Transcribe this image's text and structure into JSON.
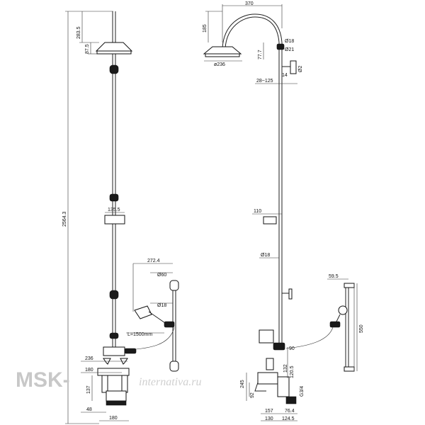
{
  "watermark": {
    "brand": "MSK-",
    "script": "internativa.ru"
  },
  "front_view": {
    "dims": {
      "total_height": "2564.3",
      "head_drop": "283.5",
      "head_height": "87.5",
      "soap_dish": "135.5",
      "hand_arm": "272.4",
      "hand_bar_dia": "Ø60",
      "hand_pipe_dia": "Ø18",
      "hose": "L=1500mm",
      "mixer_width": "236",
      "mixer_inner": "180",
      "mixer_base": "180",
      "mixer_h": "137",
      "mixer_offset": "48"
    }
  },
  "side_view": {
    "dims": {
      "arch_width": "370",
      "arch_height": "185",
      "pipe_dia_top": "Ø18",
      "pipe_dia_joint": "Ø21",
      "joint_len": "77.7",
      "rose_dia": "ø236",
      "bracket_depth": "14",
      "bracket_size": "Ø2",
      "bracket_range": "28~125",
      "soap_dish": "110",
      "riser_dia": "Ø18",
      "hand_offset": "59.5",
      "slide_len": "550",
      "valve_gap": "90",
      "valve_h1": "120.5",
      "mixer_h": "132",
      "total_h": "245",
      "base_h": "92",
      "thread": "G3/4",
      "spout_len": "157",
      "spout_d": "76.4",
      "base_w": "130",
      "base_w2": "124.5"
    }
  }
}
